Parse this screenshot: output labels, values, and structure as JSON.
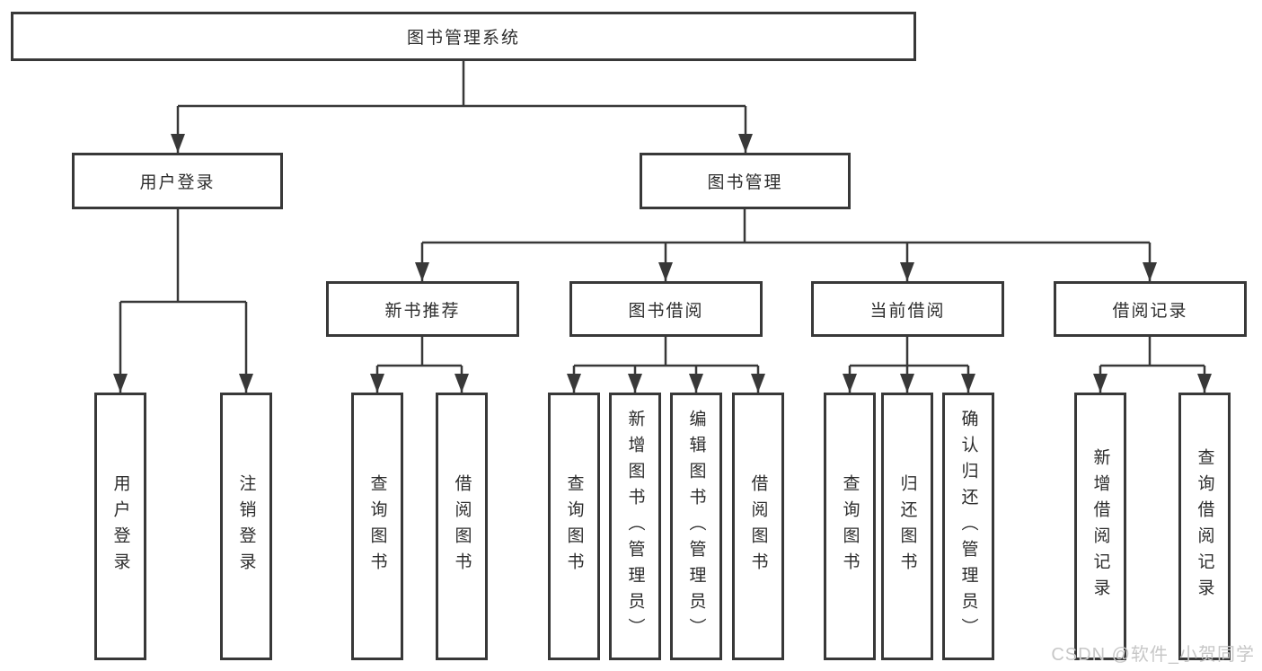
{
  "diagram": {
    "root": {
      "label": "图书管理系统"
    },
    "level2": {
      "user_login": {
        "label": "用户登录"
      },
      "book_mgmt": {
        "label": "图书管理"
      }
    },
    "level3": {
      "new_book_rec": {
        "label": "新书推荐"
      },
      "book_borrow": {
        "label": "图书借阅"
      },
      "current_borrow": {
        "label": "当前借阅"
      },
      "borrow_records": {
        "label": "借阅记录"
      }
    },
    "leaves": {
      "login_user_login": {
        "label": "用户登录"
      },
      "login_logout": {
        "label": "注销登录"
      },
      "rec_query_books": {
        "label": "查询图书"
      },
      "rec_borrow_books": {
        "label": "借阅图书"
      },
      "bb_query_books": {
        "label": "查询图书"
      },
      "bb_add_books": {
        "label": "新增图书（管理员）"
      },
      "bb_edit_books": {
        "label": "编辑图书（管理员）"
      },
      "bb_borrow_books": {
        "label": "借阅图书"
      },
      "cb_query_books": {
        "label": "查询图书"
      },
      "cb_return_books": {
        "label": "归还图书"
      },
      "cb_confirm_return": {
        "label": "确认归还（管理员）"
      },
      "br_add_record": {
        "label": "新增借阅记录"
      },
      "br_query_record": {
        "label": "查询借阅记录"
      }
    }
  },
  "watermark": {
    "text": "CSDN @软件_小贺同学"
  },
  "colors": {
    "line": "#383838",
    "border": "#383838",
    "text": "#2d2d2d",
    "watermark": "#c7c7c7",
    "background": "#ffffff"
  }
}
